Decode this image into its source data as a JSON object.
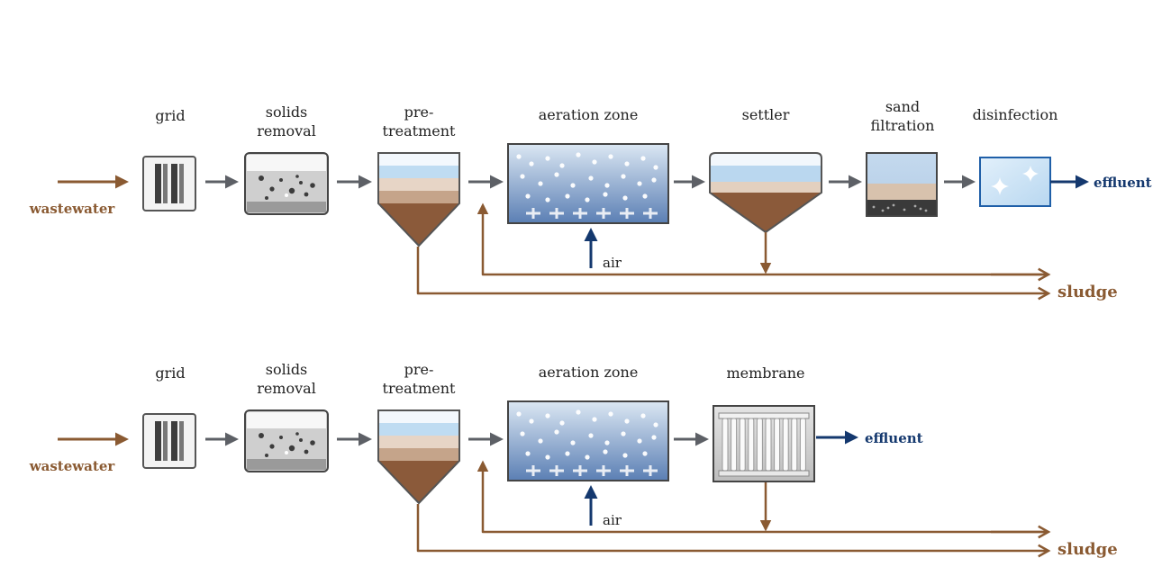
{
  "colors": {
    "flow_gray": "#5d6066",
    "sludge_brown": "#8a5a32",
    "effluent_blue": "#14386e",
    "water_blue": "#bcd9f0",
    "aeration_top": "#dbe7f3",
    "aeration_bottom": "#5b7fb4",
    "sediment": "#8b5a3a"
  },
  "rows": [
    {
      "inlet": "wastewater",
      "stages": [
        {
          "id": "grid",
          "label": [
            "grid"
          ]
        },
        {
          "id": "solids",
          "label": [
            "solids",
            "removal"
          ]
        },
        {
          "id": "pre",
          "label": [
            "pre-",
            "treatment"
          ]
        },
        {
          "id": "aeration",
          "label": [
            "aeration zone"
          ]
        },
        {
          "id": "settler",
          "label": [
            "settler"
          ]
        },
        {
          "id": "sand",
          "label": [
            "sand",
            "filtration"
          ]
        },
        {
          "id": "disinfection",
          "label": [
            "disinfection"
          ]
        }
      ],
      "air": "air",
      "effluent": "effluent",
      "sludge": "sludge"
    },
    {
      "inlet": "wastewater",
      "stages": [
        {
          "id": "grid",
          "label": [
            "grid"
          ]
        },
        {
          "id": "solids",
          "label": [
            "solids",
            "removal"
          ]
        },
        {
          "id": "pre",
          "label": [
            "pre-",
            "treatment"
          ]
        },
        {
          "id": "aeration",
          "label": [
            "aeration zone"
          ]
        },
        {
          "id": "membrane",
          "label": [
            "membrane"
          ]
        }
      ],
      "air": "air",
      "effluent": "effluent",
      "sludge": "sludge"
    }
  ]
}
